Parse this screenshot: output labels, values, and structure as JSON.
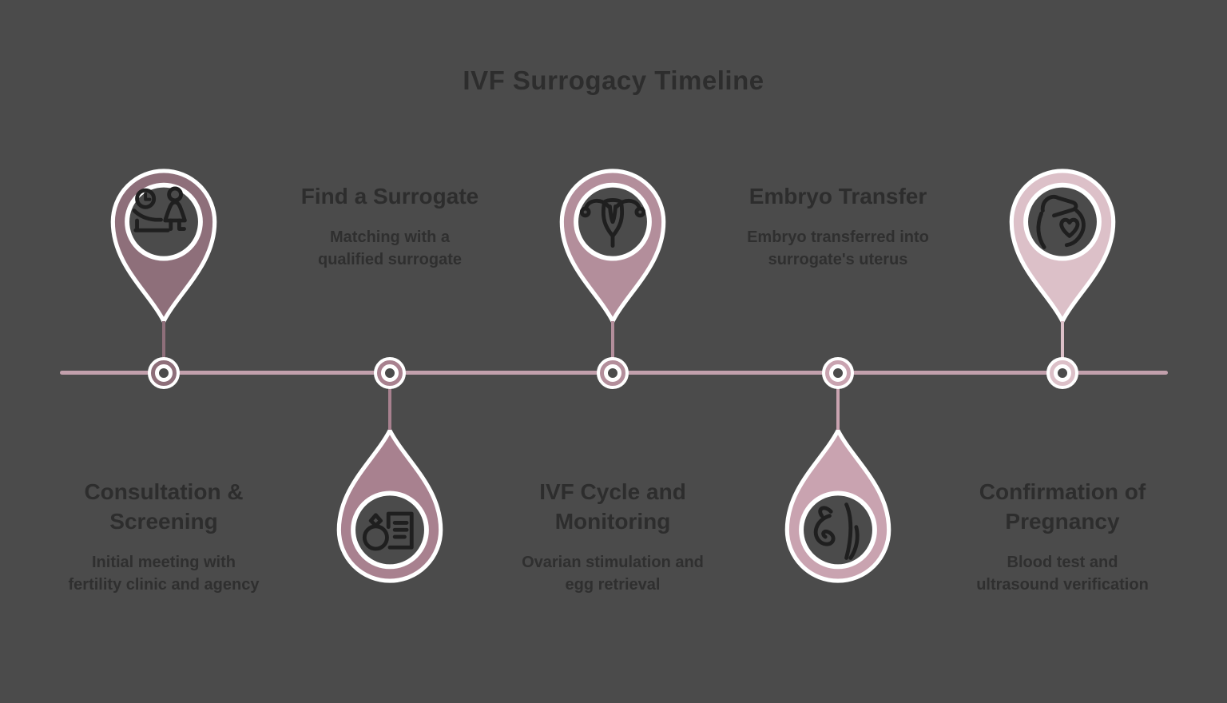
{
  "title": "IVF Surrogacy Timeline",
  "colors": {
    "background": "#4b4b4b",
    "timeline": "#c2a0ac",
    "heading_text": "#2d2d2d",
    "body_text": "#2f2f2f",
    "icon_stroke": "#1f1f1f",
    "pin_outline": "#ffffff"
  },
  "steps": [
    {
      "heading": "Consultation &\nScreening",
      "description": "Initial meeting with\nfertility clinic and agency",
      "icon": "consultation-clock-icon",
      "color": "#8e6f7a",
      "pin_side": "above",
      "text_side": "below"
    },
    {
      "heading": "Find a Surrogate",
      "description": "Matching with a\nqualified surrogate",
      "icon": "ring-contract-icon",
      "color": "#a8818f",
      "pin_side": "below",
      "text_side": "above"
    },
    {
      "heading": "IVF Cycle and\nMonitoring",
      "description": "Ovarian stimulation and\negg retrieval",
      "icon": "uterus-icon",
      "color": "#b38e9b",
      "pin_side": "above",
      "text_side": "below"
    },
    {
      "heading": "Embryo Transfer",
      "description": "Embryo transferred into\nsurrogate's uterus",
      "icon": "pregnant-embryo-icon",
      "color": "#c9a3b0",
      "pin_side": "below",
      "text_side": "above"
    },
    {
      "heading": "Confirmation of\nPregnancy",
      "description": "Blood test and\nultrasound verification",
      "icon": "pregnancy-heart-icon",
      "color": "#dcc0c8",
      "pin_side": "above",
      "text_side": "below"
    }
  ]
}
